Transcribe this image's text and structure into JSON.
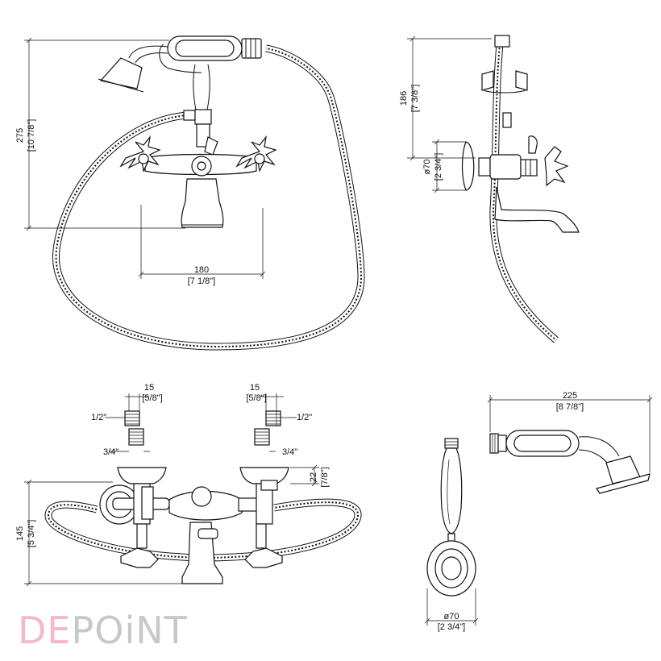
{
  "top_front": {
    "height": "275",
    "height_in": "[10 7/8\"]",
    "centers": "180",
    "centers_in": "[7 1/8\"]"
  },
  "top_side": {
    "height": "186",
    "height_in": "[7 3/8\"]",
    "diameter": "ø70",
    "diameter_in": "[2 3/4\"]"
  },
  "bottom_plan": {
    "left_offset": "15",
    "left_offset_in": "[5/8\"]",
    "right_offset": "15",
    "right_offset_in": "[5/8\"]",
    "thread_half_left": "1/2\"",
    "thread_half_right": "1/2\"",
    "thread_3q_left": "3/4\"",
    "thread_3q_right": "3/4\"",
    "escutcheon": "22",
    "escutcheon_in": "[7/8\"]",
    "height": "145",
    "height_in": "[5 3/4\"]"
  },
  "handle_end": {
    "diameter": "ø70",
    "diameter_in": "[2 3/4\"]"
  },
  "handshower": {
    "length": "225",
    "length_in": "[8 7/8\"]"
  },
  "brand": {
    "part1": "DE",
    "part2": "POiNT",
    "color1": "#f4b8c8",
    "color2": "#c8c8c8"
  }
}
